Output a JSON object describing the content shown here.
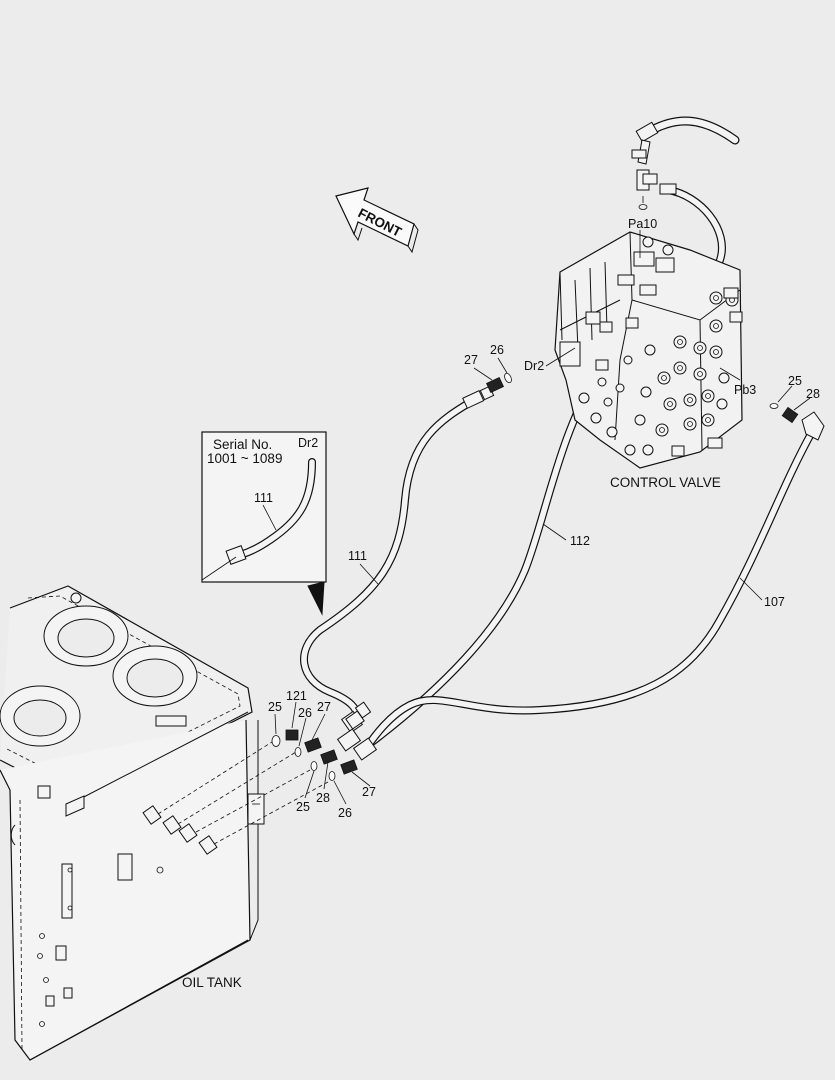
{
  "labels": {
    "front": "FRONT",
    "control_valve": "CONTROL VALVE",
    "oil_tank": "OIL TANK",
    "port_pa10": "Pa10",
    "port_dr2": "Dr2",
    "port_pb3": "Pb3",
    "inset_serial_title": "Serial No.",
    "inset_serial_range": "1001 ~ 1089",
    "inset_port": "Dr2",
    "inset_part": "111"
  },
  "part_numbers": {
    "hose_111": "111",
    "hose_112": "112",
    "hose_107": "107",
    "cv_dr2_connector": "27",
    "cv_dr2_oring": "26",
    "cv_pb3_oring": "25",
    "cv_pb3_connector": "28",
    "tank_oring_top": "25",
    "tank_plug": "121",
    "tank_oring_mid": "26",
    "tank_connector_mid": "27",
    "tank_oring_low": "25",
    "tank_connector_low": "28",
    "tank_oring_low2": "26",
    "tank_connector_low2": "27"
  }
}
